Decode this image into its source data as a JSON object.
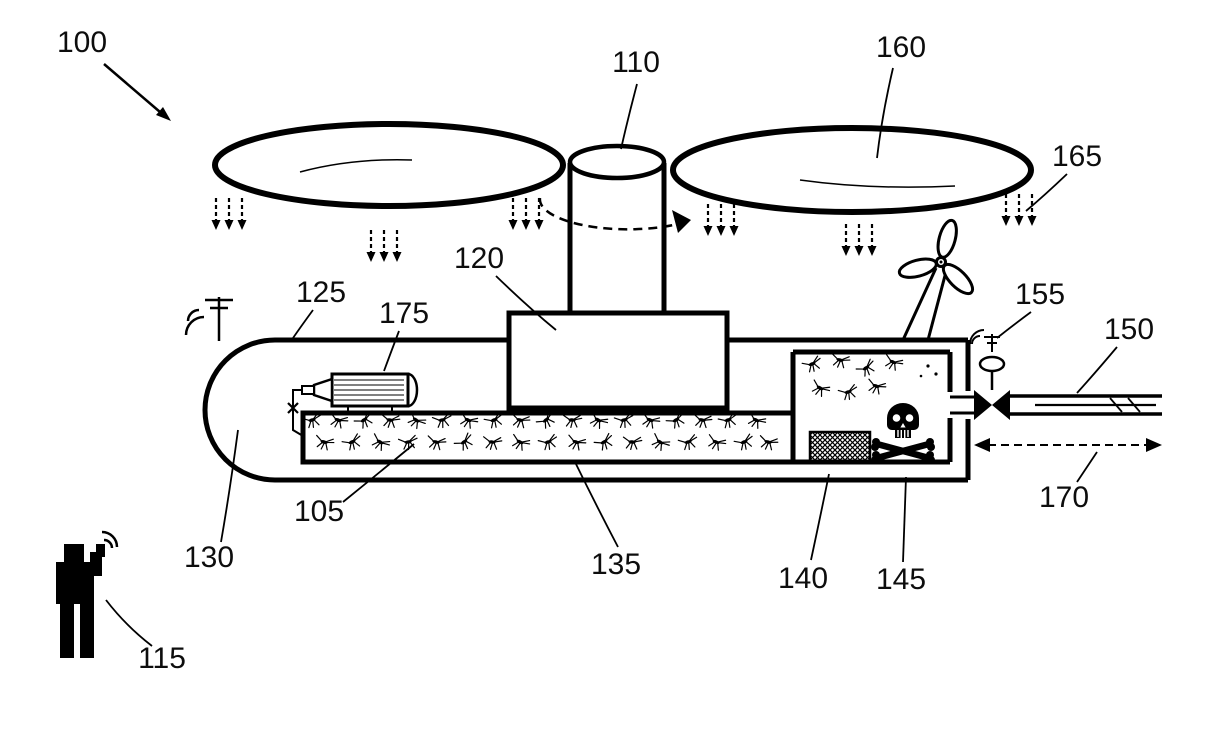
{
  "figure": {
    "kind": "patent-style technical diagram",
    "subject": "unmanned helicopter-type aerial vehicle with insect payload chamber, dispersal tube and remote operator"
  },
  "labels": {
    "n100": "100",
    "n105": "105",
    "n110": "110",
    "n115": "115",
    "n120": "120",
    "n125": "125",
    "n130": "130",
    "n135": "135",
    "n140": "140",
    "n145": "145",
    "n150": "150",
    "n155": "155",
    "n160": "160",
    "n165": "165",
    "n170": "170",
    "n175": "175"
  },
  "icons": {
    "mosquito": "small insect glyph repeated inside payload tray and chamber",
    "skull_crossbones": "poison symbol inside right chamber",
    "operator_person": "black silhouette of person holding remote control",
    "wireless_signal": "arc waves at antennas and remote control",
    "main_rotor": "two elliptical rotor blades on central mast",
    "tail_propeller": "small three-blade propeller at rear top",
    "valve": "black bowtie valve at outlet",
    "downdraft_arrows": "clusters of dashed downward arrows under rotor"
  },
  "colors": {
    "ink": "#000000",
    "background": "#ffffff"
  }
}
